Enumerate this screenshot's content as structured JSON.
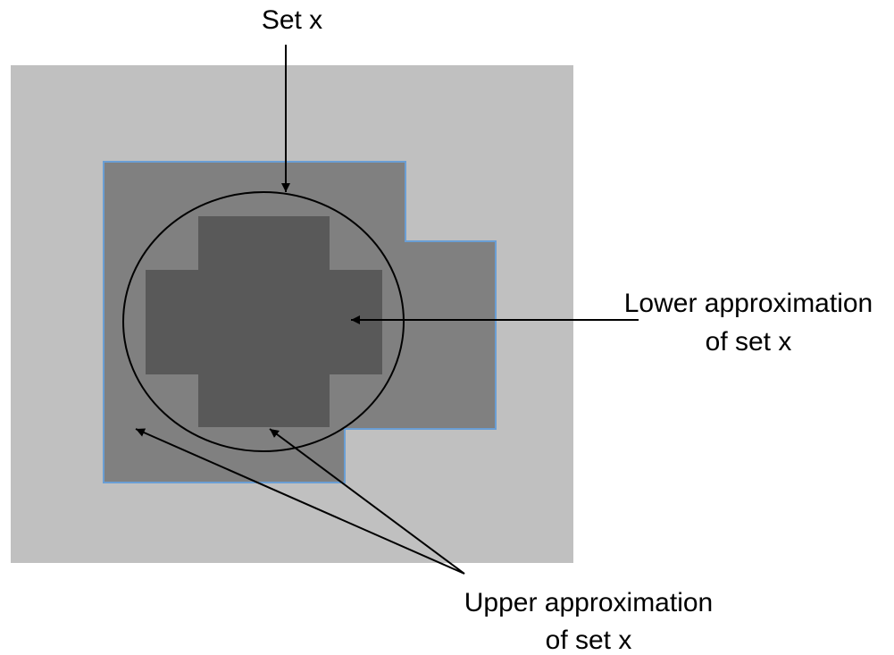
{
  "labels": {
    "set": "Set x",
    "lower_line1": "Lower approximation",
    "lower_line2": "of set x",
    "upper_line1": "Upper approximation",
    "upper_line2": "of set x"
  },
  "colors": {
    "universe": "#c0c0c0",
    "upper_region": "#808080",
    "upper_border": "#6a9ed4",
    "lower_region": "#595959",
    "outline": "#000000"
  }
}
